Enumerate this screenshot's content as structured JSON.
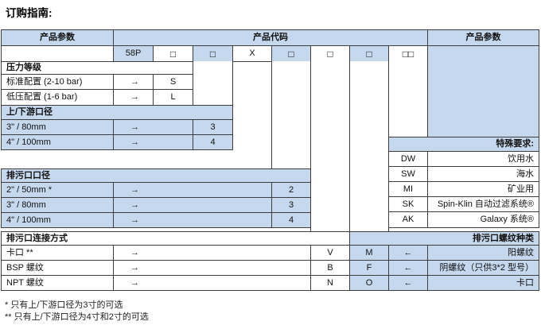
{
  "title": "订购指南:",
  "colors": {
    "accent_blue": "#c5d8ed",
    "border": "#3d3d3d"
  },
  "header": {
    "params_left": "产品参数",
    "code": "产品代码",
    "params_right": "产品参数"
  },
  "code_row": {
    "prefix": "58P",
    "box": "□",
    "x": "X",
    "double_box": "□□"
  },
  "groups": {
    "pressure": {
      "header": "压力等级",
      "rows": [
        {
          "label": "标准配置 (2-10 bar)",
          "arrow": "→",
          "value": "S"
        },
        {
          "label": "低压配置 (1-6 bar)",
          "arrow": "→",
          "value": "L"
        }
      ]
    },
    "ports": {
      "header": "上/下游口径",
      "rows": [
        {
          "label": "3\" / 80mm",
          "arrow": "→",
          "value": "3"
        },
        {
          "label": "4\" / 100mm",
          "arrow": "→",
          "value": "4"
        }
      ]
    },
    "drain": {
      "header": "排污口口径",
      "rows": [
        {
          "label": "2\" / 50mm *",
          "arrow": "→",
          "value": "2"
        },
        {
          "label": "3\" / 80mm",
          "arrow": "→",
          "value": "3"
        },
        {
          "label": "4\" / 100mm",
          "arrow": "→",
          "value": "4"
        }
      ]
    },
    "connection": {
      "header": "排污口连接方式",
      "rows": [
        {
          "label": "卡口 **",
          "arrow": "→",
          "code1": "V",
          "code2": "M",
          "back_arrow": "←"
        },
        {
          "label": "BSP 螺纹",
          "arrow": "→",
          "code1": "B",
          "code2": "F",
          "back_arrow": "←"
        },
        {
          "label": "NPT 螺纹",
          "arrow": "→",
          "code1": "N",
          "code2": "O",
          "back_arrow": "←"
        }
      ]
    }
  },
  "special_requirements": {
    "header": "特殊要求:",
    "rows": [
      {
        "code": "DW",
        "desc": "饮用水"
      },
      {
        "code": "SW",
        "desc": "海水"
      },
      {
        "code": "MI",
        "desc": "矿业用"
      },
      {
        "code": "SK",
        "desc": "Spin-Klin 自动过滤系统®"
      },
      {
        "code": "AK",
        "desc": "Galaxy 系统®"
      }
    ]
  },
  "thread_types": {
    "header": "排污口螺纹种类",
    "rows": [
      {
        "desc": "阳螺纹"
      },
      {
        "desc": "阴螺纹（只供3*2 型号）"
      },
      {
        "desc": "卡口"
      }
    ]
  },
  "footnotes": [
    "* 只有上/下游口径为3寸的可选",
    "** 只有上/下游口径为4寸和2寸的可选"
  ]
}
